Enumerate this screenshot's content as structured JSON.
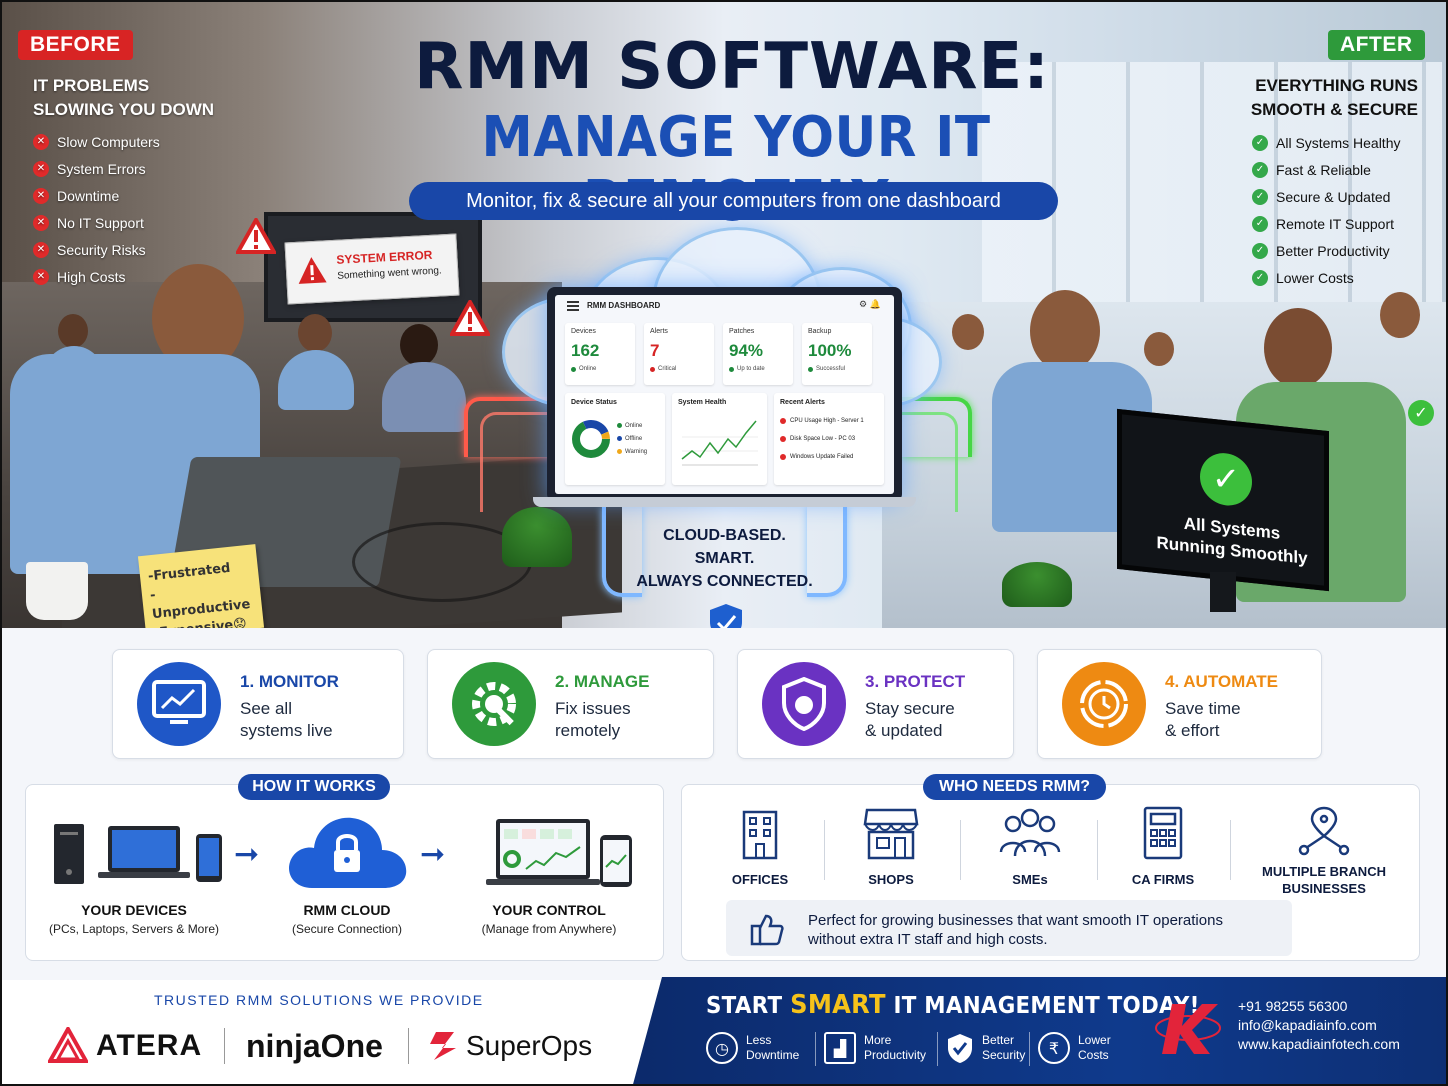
{
  "header": {
    "title_line1": "RMM SOFTWARE:",
    "title_line2": "MANAGE YOUR IT REMOTELY",
    "subtitle": "Monitor, fix & secure all your computers from one dashboard"
  },
  "before": {
    "tag": "BEFORE",
    "heading_line1": "IT PROBLEMS",
    "heading_line2": "SLOWING YOU DOWN",
    "items": [
      "Slow Computers",
      "System Errors",
      "Downtime",
      "No IT Support",
      "Security Risks",
      "High Costs"
    ],
    "error_title": "SYSTEM ERROR",
    "error_text": "Something went wrong.",
    "sticky_notes": [
      "-Frustrated",
      "-Unproductive",
      "-Expensive😟"
    ]
  },
  "after": {
    "tag": "AFTER",
    "heading_line1": "EVERYTHING RUNS",
    "heading_line2": "SMOOTH & SECURE",
    "items": [
      "All Systems Healthy",
      "Fast & Reliable",
      "Secure & Updated",
      "Remote IT Support",
      "Better Productivity",
      "Lower Costs"
    ],
    "monitor_line1": "All Systems",
    "monitor_line2": "Running Smoothly"
  },
  "dashboard": {
    "title": "RMM DASHBOARD",
    "kpis": [
      {
        "label": "Devices",
        "value": "162",
        "status": "Online",
        "color": "#1e8a3c"
      },
      {
        "label": "Alerts",
        "value": "7",
        "status": "Critical",
        "color": "#d62424"
      },
      {
        "label": "Patches",
        "value": "94%",
        "status": "Up to date",
        "color": "#1e8a3c"
      },
      {
        "label": "Backup",
        "value": "100%",
        "status": "Successful",
        "color": "#1e8a3c"
      }
    ],
    "device_status_title": "Device Status",
    "device_status_legend": [
      "Online",
      "Offline",
      "Warning"
    ],
    "system_health_title": "System Health",
    "recent_alerts_title": "Recent Alerts",
    "alerts": [
      "CPU Usage High - Server 1",
      "Disk Space Low - PC 03",
      "Windows Update Failed"
    ]
  },
  "cloud_tagline": [
    "CLOUD-BASED.",
    "SMART.",
    "ALWAYS CONNECTED."
  ],
  "features": [
    {
      "title": "1. MONITOR",
      "desc_line1": "See all",
      "desc_line2": "systems live",
      "color": "#1947a8"
    },
    {
      "title": "2. MANAGE",
      "desc_line1": "Fix issues",
      "desc_line2": "remotely",
      "color": "#2e9a3b"
    },
    {
      "title": "3. PROTECT",
      "desc_line1": "Stay secure",
      "desc_line2": "& updated",
      "color": "#6a32c2"
    },
    {
      "title": "4. AUTOMATE",
      "desc_line1": "Save time",
      "desc_line2": "& effort",
      "color": "#ee8a12"
    }
  ],
  "how_it_works": {
    "label": "HOW IT WORKS",
    "steps": [
      {
        "title": "YOUR DEVICES",
        "sub": "(PCs, Laptops, Servers & More)"
      },
      {
        "title": "RMM CLOUD",
        "sub": "(Secure Connection)"
      },
      {
        "title": "YOUR CONTROL",
        "sub": "(Manage from Anywhere)"
      }
    ]
  },
  "who_needs": {
    "label": "WHO NEEDS RMM?",
    "items": [
      "OFFICES",
      "SHOPS",
      "SMEs",
      "CA FIRMS",
      "MULTIPLE BRANCH",
      "BUSINESSES"
    ],
    "perfect_line1": "Perfect for growing businesses that want smooth IT operations",
    "perfect_line2": "without extra IT staff and high costs."
  },
  "footer": {
    "trusted": "TRUSTED RMM SOLUTIONS WE PROVIDE",
    "logos": [
      "ATERA",
      "ninjaOne",
      "SuperOps"
    ],
    "cta_start": "START ",
    "cta_smart": "SMART",
    "cta_end": " IT MANAGEMENT TODAY!",
    "benefits": [
      {
        "l1": "Less",
        "l2": "Downtime"
      },
      {
        "l1": "More",
        "l2": "Productivity"
      },
      {
        "l1": "Better",
        "l2": "Security"
      },
      {
        "l1": "Lower",
        "l2": "Costs"
      }
    ],
    "phone": "+91 98255 56300",
    "email": "info@kapadiainfo.com",
    "website": "www.kapadiainfotech.com"
  }
}
